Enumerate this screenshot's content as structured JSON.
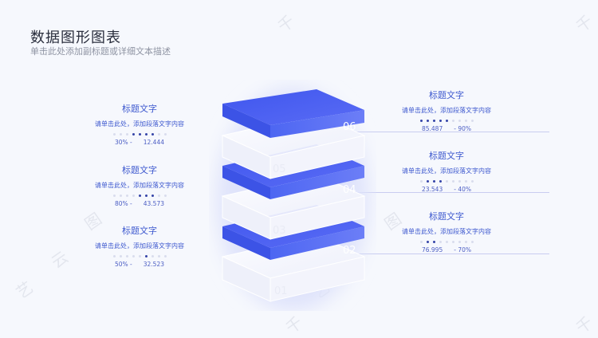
{
  "header": {
    "title": "数据图形图表",
    "subtitle": "单击此处添加副标题或详细文本描述"
  },
  "watermark": {
    "glyphs": [
      "千",
      "千",
      "图",
      "图",
      "云",
      "艺",
      "艺",
      "千",
      "千"
    ]
  },
  "layers": [
    "01",
    "02",
    "03",
    "04",
    "05",
    "06"
  ],
  "left_blocks": [
    {
      "title": "标题文字",
      "desc": "请单击此处，添加段落文字内容",
      "dots_on": 4,
      "percent": "30% -",
      "value": "12.444"
    },
    {
      "title": "标题文字",
      "desc": "请单击此处，添加段落文字内容",
      "dots_on": 3,
      "percent": "80% -",
      "value": "43.573"
    },
    {
      "title": "标题文字",
      "desc": "请单击此处，添加段落文字内容",
      "dots_on": 1,
      "percent": "50% -",
      "value": "32.523"
    }
  ],
  "right_blocks": [
    {
      "title": "标题文字",
      "desc": "请单击此处，添加段落文字内容",
      "dots_on": 5,
      "value": "85.487",
      "percent": "- 90%"
    },
    {
      "title": "标题文字",
      "desc": "请单击此处，添加段落文字内容",
      "dots_on": 3,
      "value": "23.543",
      "percent": "- 40%"
    },
    {
      "title": "标题文字",
      "desc": "请单击此处，添加段落文字内容",
      "dots_on": 2,
      "value": "76.995",
      "percent": "- 70%"
    }
  ],
  "colors": {
    "accent": "#3e59cf",
    "dark_accent": "#3544a8",
    "layer_blue": "#4a63f0"
  }
}
